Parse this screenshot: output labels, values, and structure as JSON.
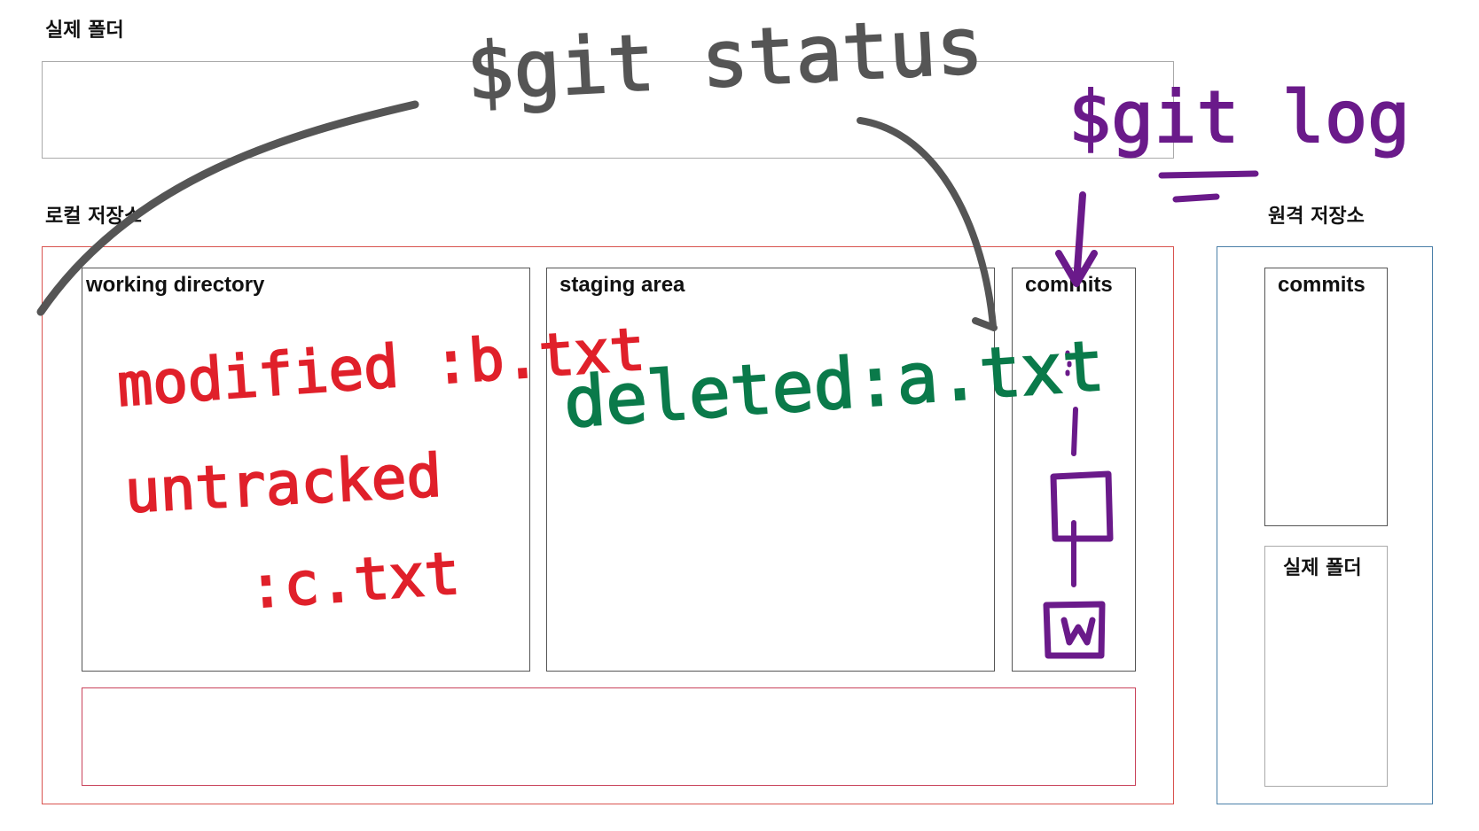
{
  "labels": {
    "real_folder": "실제 폴더",
    "local_repo": "로컬 저장소",
    "remote_repo": "원격 저장소"
  },
  "local": {
    "working_directory_title": "working directory",
    "staging_area_title": "staging area",
    "commits_title": "commits"
  },
  "remote": {
    "commits_title": "commits",
    "real_folder_title": "실제 폴더"
  },
  "annotations": {
    "git_status": "$git status",
    "git_log": "$git log",
    "modified": "modified :b.txt",
    "untracked": "untracked",
    "untracked_file": ":c.txt",
    "deleted": "deleted:a.txt"
  },
  "colors": {
    "local_border": "#d9534f",
    "remote_border": "#4a7fa8",
    "box_border": "#555555",
    "folder_border": "#aaaaaa",
    "ink_gray": "#555555",
    "ink_purple": "#6a1a8a",
    "ink_red": "#e0202a",
    "ink_green": "#0a7a4a"
  }
}
